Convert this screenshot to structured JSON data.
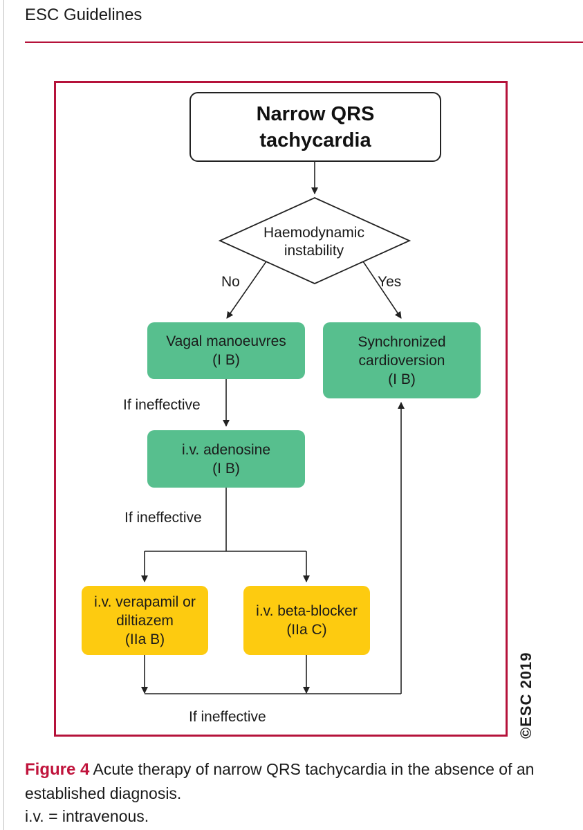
{
  "header": {
    "running_head": "ESC Guidelines"
  },
  "diagram": {
    "start": {
      "line1": "Narrow QRS",
      "line2": "tachycardia"
    },
    "decision": {
      "line1": "Haemodynamic",
      "line2": "instability"
    },
    "branch_no": "No",
    "branch_yes": "Yes",
    "vagal": {
      "line1": "Vagal manoeuvres",
      "line2": "(I B)"
    },
    "cardioversion": {
      "line1": "Synchronized",
      "line2": "cardioversion",
      "line3": "(I B)"
    },
    "adenosine": {
      "line1": "i.v. adenosine",
      "line2": "(I B)"
    },
    "verapamil": {
      "line1": "i.v. verapamil or",
      "line2": "diltiazem",
      "line3": "(IIa B)"
    },
    "beta_blocker": {
      "line1": "i.v. beta-blocker",
      "line2": "(IIa C)"
    },
    "if_ineffective_1": "If ineffective",
    "if_ineffective_2": "If ineffective",
    "if_ineffective_3": "If ineffective",
    "copyright": "©ESC 2019",
    "colors": {
      "frame": "#b5123a",
      "green": "#57bf8e",
      "yellow": "#fdcb10"
    }
  },
  "caption": {
    "label": "Figure 4",
    "text": " Acute therapy of narrow QRS tachycardia in the absence of an established diagnosis.",
    "note": "i.v. = intravenous."
  }
}
